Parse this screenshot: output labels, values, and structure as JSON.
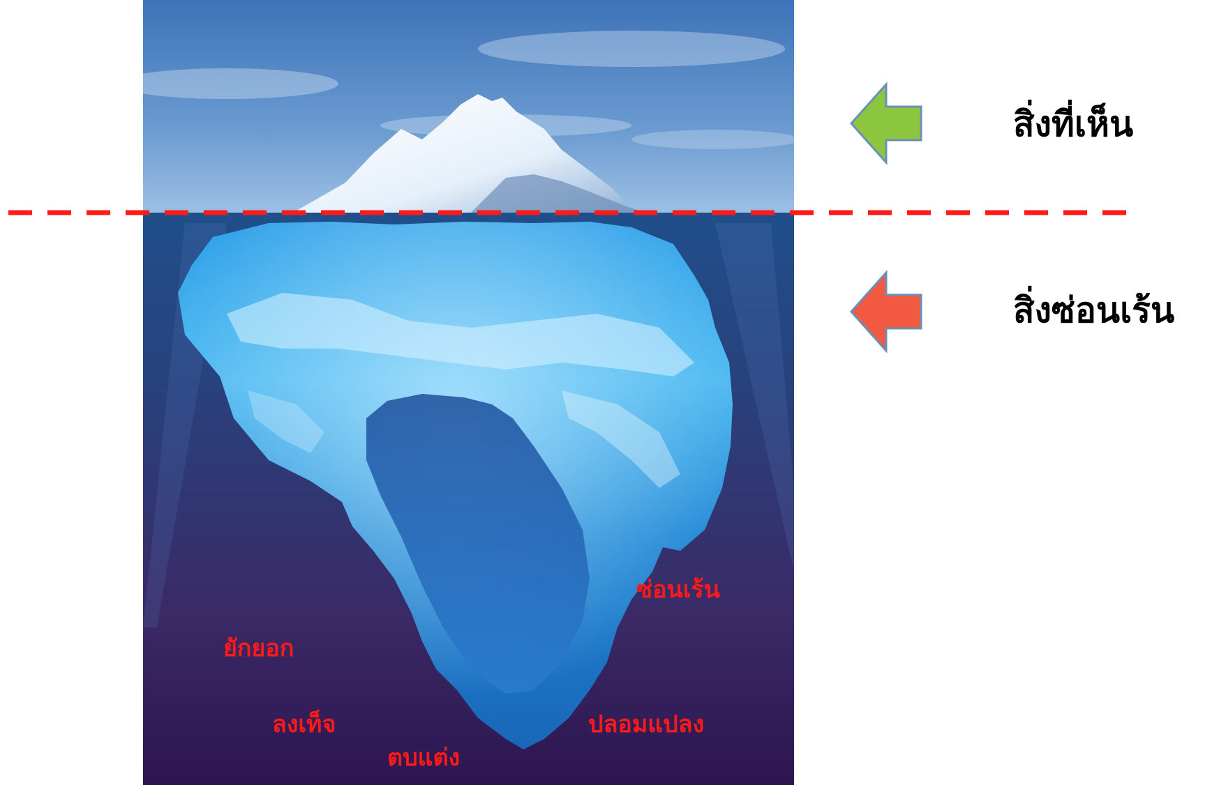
{
  "labels": {
    "visible": "สิ่งที่เห็น",
    "hidden": "สิ่งซ่อนเร้น"
  },
  "traits": [
    "ซ่อนเร้น",
    "ยักยอก",
    "ลงเท็จ",
    "ปลอมแปลง",
    "ตบแต่ง"
  ],
  "colors": {
    "visible_arrow": "#8cc63f",
    "hidden_arrow": "#f15a40",
    "waterline": "#ff1a1a",
    "trait_text": "#ff1a1a",
    "label_text": "#000000"
  },
  "icons": {
    "visible_arrow": "left-arrow-icon",
    "hidden_arrow": "left-arrow-icon"
  }
}
